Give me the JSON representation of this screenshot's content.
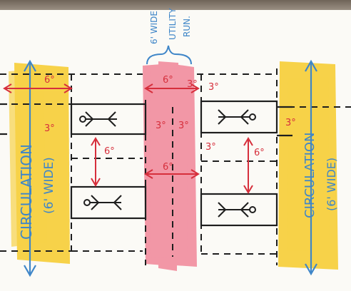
{
  "colors": {
    "paper": "#fbfaf6",
    "ink": "#1e1e1e",
    "blue_ink": "#3f86c8",
    "red_ink": "#d62f3c",
    "orange_ink": "#e8792a",
    "yellow_band": "#f7cf3b",
    "pink_band": "#f07f93"
  },
  "labels": {
    "utility_line1": "6' WIDE",
    "utility_line2": "UTILITY",
    "utility_line3": "RUN.",
    "circ_left_line1": "CIRCULATION",
    "circ_left_line2": "(6' WIDE)",
    "circ_right_line1": "CIRCULATION",
    "circ_right_line2": "(6' WIDE)"
  },
  "dimensions": {
    "left_top": "6°",
    "left_side": "3°",
    "left_span": "6°",
    "utility_top": "6°",
    "utility_right": "3°",
    "utility_mid_a": "3°",
    "utility_mid_b": "3°",
    "utility_bottom": "6°",
    "right_side": "3°",
    "right_span": "6°",
    "right_small": "3°",
    "right_edge": "3°"
  },
  "icons": [
    "person-desk-icon",
    "person-desk-icon",
    "person-desk-icon",
    "person-desk-icon"
  ]
}
